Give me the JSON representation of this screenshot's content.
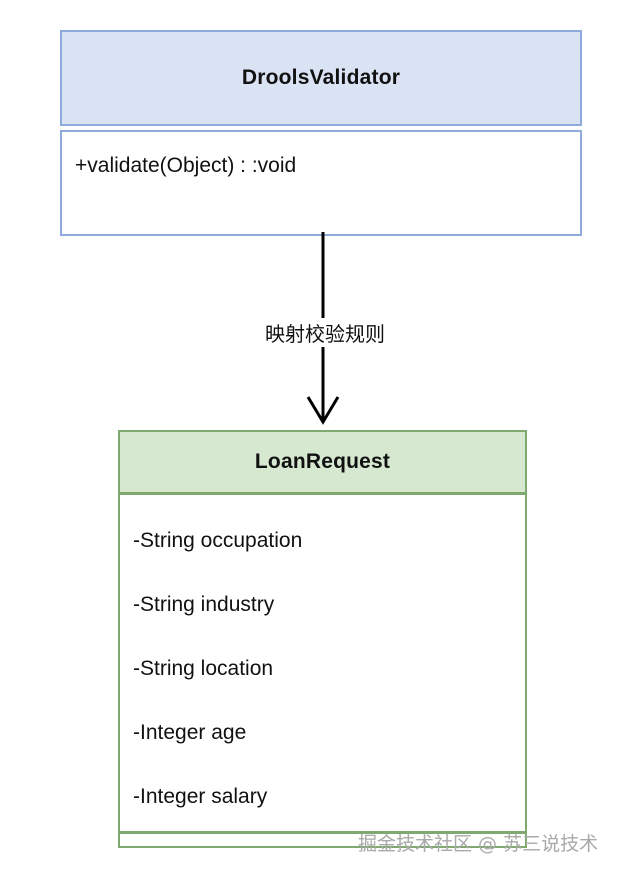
{
  "diagram": {
    "type": "uml-class-diagram",
    "background_color": "#ffffff",
    "classes": [
      {
        "id": "validator",
        "name": "DroolsValidator",
        "header_fill": "#dae3f3",
        "border_color": "#8faadc",
        "attributes": [],
        "methods": [
          "+validate(Object) : :void"
        ]
      },
      {
        "id": "loan_request",
        "name": "LoanRequest",
        "header_fill": "#d6e8d0",
        "border_color": "#7fa96f",
        "attributes": [
          "-String occupation",
          "-String industry",
          "-String location",
          "-Integer age",
          "-Integer salary"
        ],
        "methods": []
      }
    ],
    "relationship": {
      "from": "DroolsValidator",
      "to": "LoanRequest",
      "label": "映射校验规则",
      "arrow_style": "open-arrow",
      "line_color": "#000000"
    }
  },
  "watermark": {
    "text": "掘金技术社区 @ 苏三说技术",
    "color": "#a9a9a9"
  }
}
